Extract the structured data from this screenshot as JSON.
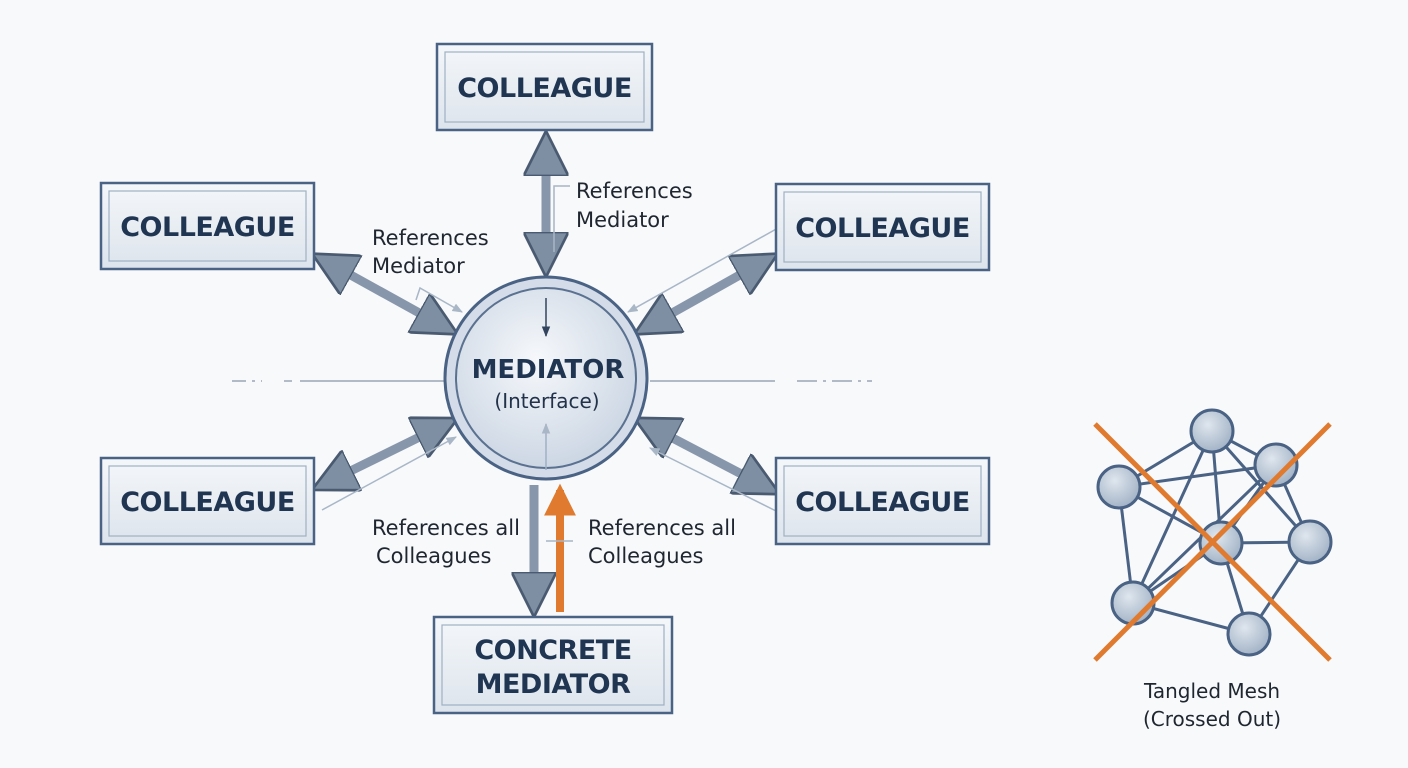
{
  "colleagues": [
    {
      "id": "top",
      "label": "COLLEAGUE"
    },
    {
      "id": "upper-left",
      "label": "COLLEAGUE"
    },
    {
      "id": "upper-right",
      "label": "COLLEAGUE"
    },
    {
      "id": "lower-left",
      "label": "COLLEAGUE"
    },
    {
      "id": "lower-right",
      "label": "COLLEAGUE"
    }
  ],
  "mediator": {
    "title": "MEDIATOR",
    "subtitle": "(Interface)"
  },
  "concrete_mediator": {
    "line1": "CONCRETE",
    "line2": "MEDIATOR"
  },
  "notes": {
    "top_line1": "References",
    "top_line2": "Mediator",
    "left_line1": "References",
    "left_line2": "Mediator",
    "bottom_left_line1": "References all",
    "bottom_left_line2": "Colleagues",
    "bottom_right_line1": "References all",
    "bottom_right_line2": "Colleagues"
  },
  "mesh_caption": {
    "line1": "Tangled Mesh",
    "line2": "(Crossed Out)"
  },
  "colors": {
    "box_fill": "#e9eef4",
    "box_stroke": "#4a6283",
    "arrow": "#7f8fa3",
    "accent": "#e07a2e",
    "text": "#1f3552"
  }
}
